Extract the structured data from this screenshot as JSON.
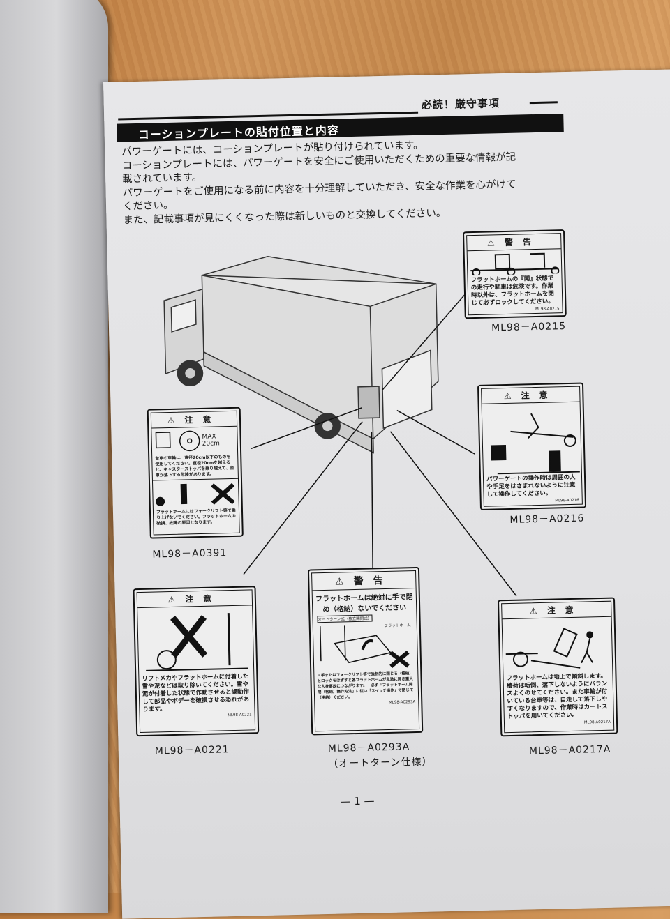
{
  "header": {
    "section": "必読！厳守事項",
    "title": "コーションプレートの貼付位置と内容"
  },
  "intro": [
    "パワーゲートには、コーションプレートが貼り付けられています。",
    "コーションプレートには、パワーゲートを安全にご使用いただくための重要な情報が記",
    "載されています。",
    "パワーゲートをご使用になる前に内容を十分理解していただき、安全な作業を心がけて",
    "ください。",
    "また、記載事項が見にくくなった際は新しいものと交換してください。"
  ],
  "labels": {
    "a0215": {
      "title": "⚠警告",
      "text": "フラットホームの『開』状態での走行や駐車は危険です。作業時以外は、フラットホームを閉じて必ずロックしてください。",
      "code": "ML98-A0215",
      "caption": "ML98－A0215"
    },
    "a0216": {
      "title": "⚠注意",
      "text": "パワーゲートの操作時は周囲の人や手足をはさまれないように注意して操作してください。",
      "code": "ML98-A0216",
      "caption": "ML98－A0216"
    },
    "a0391": {
      "title": "⚠注意",
      "max": "MAX 20cm",
      "text1": "台車の車輪は、直径20cm以下のものを使用してください。直径20cmを越えると、キャスターストッパを乗り越えて、台車が落下する危険があります。",
      "text2": "フラットホームにはフォークリフト等で乗り上げないでください。フラットホームの破損、故障の原因となります。",
      "caption": "ML98－A0391"
    },
    "a0221": {
      "title": "⚠注意",
      "text": "リフトメカやフラットホームに付着した雪や泥などは取り除いてください。雪や泥が付着した状態で作動させると誤動作して部品やボデーを破損させる恐れがあります。",
      "code": "ML98-A0221",
      "caption": "ML98－A0221"
    },
    "a0293a": {
      "title": "⚠警告",
      "headline": "フラットホームは絶対に手で閉め（格納）ないでください",
      "tag": "オートターン式（独立開閉式）",
      "part": "フラットホーム",
      "text": "・手またはフォークリフト等で強制的に閉じる（格納）とロックをはずすと各フラットホームが急激に開き重大な人身事故につながります。・必ず「フラットホーム開閉（格納）操作方法」に従い「スイッチ操作」で閉じて（格納）ください。",
      "code": "ML98-A0293A",
      "caption": "ML98－A0293A",
      "subcaption": "（オートターン仕様）"
    },
    "a0217a": {
      "title": "⚠注意",
      "text": "フラットホームは地上で傾斜します。積荷は転倒、落下しないようにバランスよくのせてください。また車輪が付いている台車等は、自走して落下しやすくなりますので、作業時はカートストッパを用いてください。",
      "code": "ML98-A0217A",
      "caption": "ML98－A0217A"
    }
  },
  "page_number": "— 1 —"
}
